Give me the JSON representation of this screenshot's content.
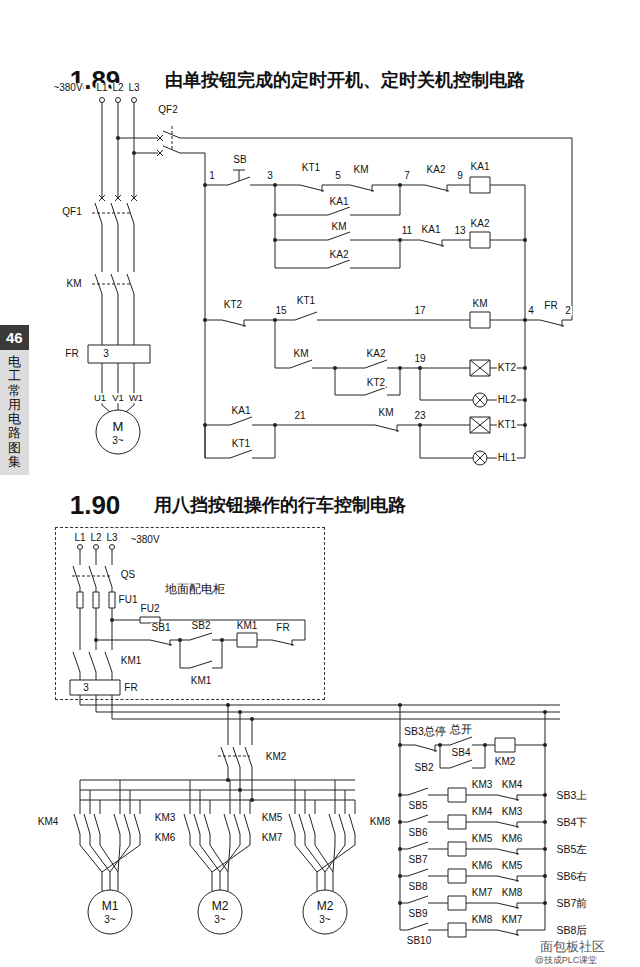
{
  "diagram": {
    "nodes": [
      {
        "text": [
          "46",
          "电工常用电路图集"
        ]
      },
      {
        "text": [
          "地面配电柜"
        ]
      }
    ],
    "labels": [
      "1.89",
      "由单按钮完成的定时开机、定时关机控制电路",
      "~380V",
      "L1",
      "L2",
      "L3",
      "QF2",
      "QF1",
      "KM",
      "FR",
      "3",
      "U1",
      "V1",
      "W1",
      "M",
      "3~",
      "SB",
      "1",
      "3",
      "KT1",
      "5",
      "KM",
      "7",
      "KA2",
      "9",
      "KA1",
      "KA1",
      "KM",
      "11",
      "KA1",
      "13",
      "KA2",
      "KA2",
      "KT2",
      "15",
      "KT1",
      "17",
      "KM",
      "4",
      "FR",
      "2",
      "KM",
      "KA2",
      "19",
      "KT2",
      "KT2",
      "HL2",
      "KA1",
      "21",
      "KM",
      "23",
      "KT1",
      "KT1",
      "HL1",
      "1.90",
      "用八挡按钮操作的行车控制电路",
      "L1",
      "L2",
      "L3",
      "~380V",
      "QS",
      "FU1",
      "FU2",
      "SB1",
      "SB2",
      "KM1",
      "FR",
      "KM1",
      "KM1",
      "FR",
      "3",
      "KM2",
      "SB3总停",
      "总开",
      "SB4",
      "SB2",
      "KM2",
      "KM4",
      "KM3",
      "KM6",
      "KM5",
      "KM7",
      "KM8",
      "M1",
      "3~",
      "M2",
      "3~",
      "M2",
      "3~",
      "SB5",
      "SB6",
      "SB7",
      "SB8",
      "SB9",
      "SB10",
      "KM3",
      "KM4",
      "KM4",
      "KM3",
      "KM5",
      "KM6",
      "KM6",
      "KM5",
      "KM7",
      "KM8",
      "KM8",
      "KM7",
      "SB3上",
      "SB4下",
      "SB5左",
      "SB6右",
      "SB7前",
      "SB8后",
      "面包板社区",
      "@技成PLC课堂"
    ]
  }
}
